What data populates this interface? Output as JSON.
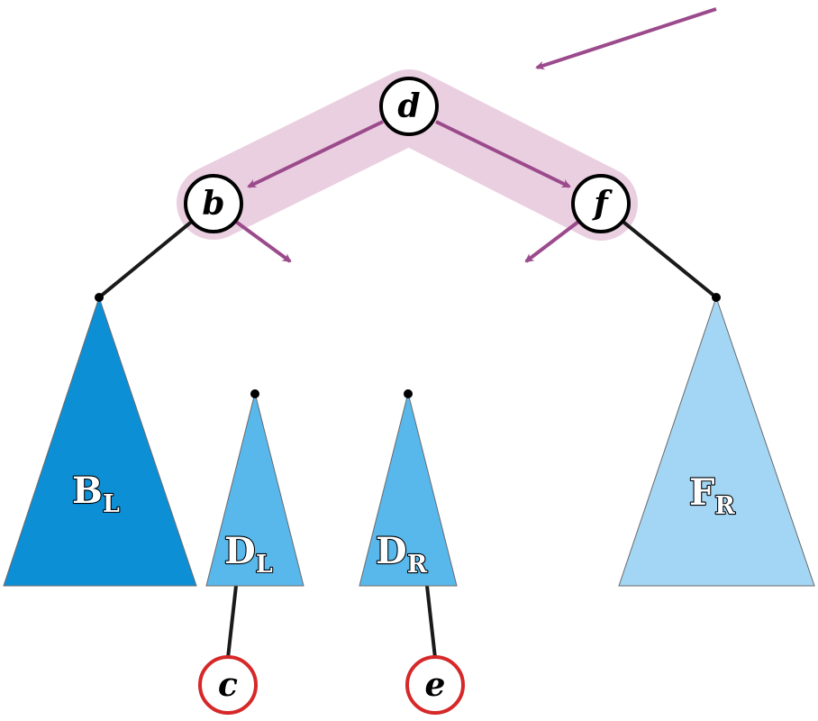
{
  "colors": {
    "arrow": "#9b4a8c",
    "highlight": "#eacfe1",
    "edge": "#1a1a1a",
    "node_stroke": "#000000",
    "leaf_stroke": "#d62828",
    "tri_dark": "#0d8fd6",
    "tri_mid": "#58b8ec",
    "tri_light": "#a3d6f4"
  },
  "nodes": {
    "d": "d",
    "b": "b",
    "f": "f",
    "c": "c",
    "e": "e"
  },
  "subtrees": {
    "bl": {
      "main": "B",
      "sub": "L"
    },
    "dl": {
      "main": "D",
      "sub": "L"
    },
    "dr": {
      "main": "D",
      "sub": "R"
    },
    "fr": {
      "main": "F",
      "sub": "R"
    }
  }
}
